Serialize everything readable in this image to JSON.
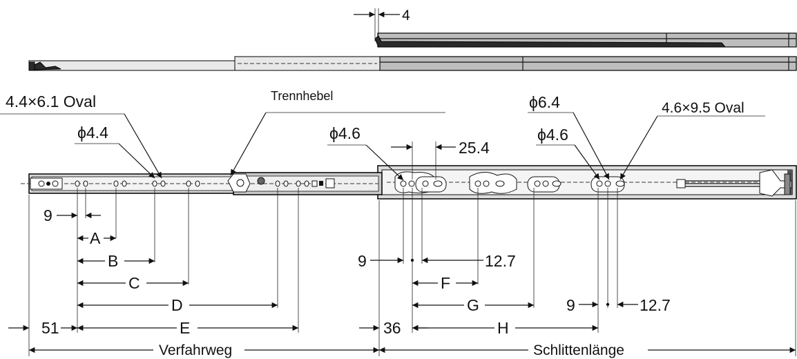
{
  "labels": {
    "top_gap": "4",
    "oval_small": "4.4×6.1 Oval",
    "hole_44": "ϕ4.4",
    "trennhebel": "Trennhebel",
    "hole_46_a": "ϕ4.6",
    "dim_254": "25.4",
    "hole_64": "ϕ6.4",
    "hole_46_b": "ϕ4.6",
    "oval_large": "4.6×9.5 Oval",
    "dim_9_a": "9",
    "dim_A": "A",
    "dim_B": "B",
    "dim_C": "C",
    "dim_D": "D",
    "dim_E": "E",
    "dim_51": "51",
    "verfahrweg": "Verfahrweg",
    "dim_9_b": "9",
    "dim_127_a": "12.7",
    "dim_F": "F",
    "dim_G": "G",
    "dim_H": "H",
    "dim_36": "36",
    "dim_9_c": "9",
    "dim_127_b": "12.7",
    "schlittenlaenge": "Schlittenlänge"
  },
  "colors": {
    "line": "#111111",
    "rail_fill": "#bdbdbd",
    "rail_dark": "#2a2a2a",
    "background": "#ffffff"
  }
}
